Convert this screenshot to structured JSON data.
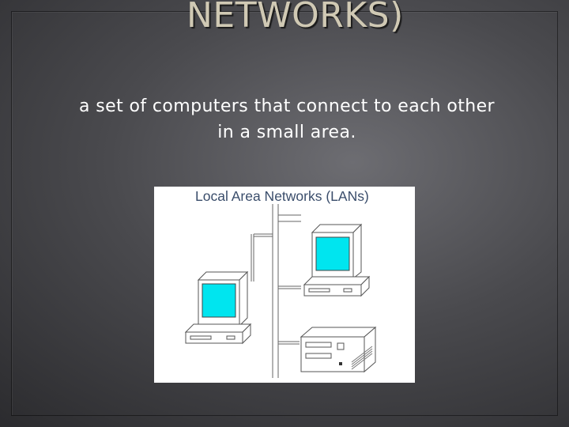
{
  "slide": {
    "title": "NETWORKS)",
    "body": "a set of computers that connect to each other in a small area."
  },
  "figure": {
    "caption": "Local Area Networks (LANs)",
    "icons": [
      "desktop-computer-icon",
      "desktop-computer-icon",
      "server-icon"
    ]
  },
  "colors": {
    "title": "#d0c9b4",
    "body_text": "#ffffff",
    "screen": "#00e5ef",
    "caption": "#3a4d6b"
  }
}
